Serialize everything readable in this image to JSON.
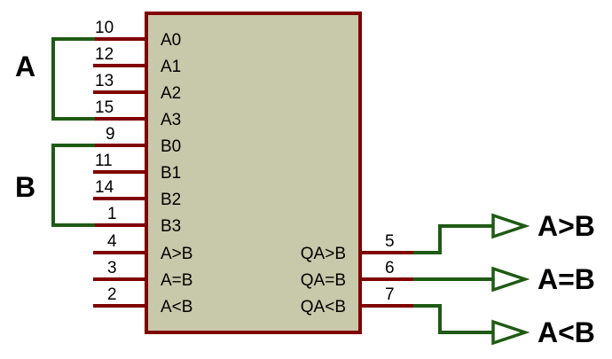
{
  "colors": {
    "chip_body": "#c8c8aa",
    "chip_border": "#800000",
    "pin": "#800000",
    "wire": "#1f5a14",
    "text": "#000000"
  },
  "chip": {
    "left_pins": [
      {
        "number": "10",
        "label": "A0"
      },
      {
        "number": "12",
        "label": "A1"
      },
      {
        "number": "13",
        "label": "A2"
      },
      {
        "number": "15",
        "label": "A3"
      },
      {
        "number": "9",
        "label": "B0"
      },
      {
        "number": "11",
        "label": "B1"
      },
      {
        "number": "14",
        "label": "B2"
      },
      {
        "number": "1",
        "label": "B3"
      },
      {
        "number": "4",
        "label": "A>B"
      },
      {
        "number": "3",
        "label": "A=B"
      },
      {
        "number": "2",
        "label": "A<B"
      }
    ],
    "right_pins": [
      {
        "number": "5",
        "label": "QA>B"
      },
      {
        "number": "6",
        "label": "QA=B"
      },
      {
        "number": "7",
        "label": "QA<B"
      }
    ]
  },
  "inputs": {
    "a_label": "A",
    "b_label": "B"
  },
  "outputs": [
    {
      "label": "A>B"
    },
    {
      "label": "A=B"
    },
    {
      "label": "A<B"
    }
  ]
}
